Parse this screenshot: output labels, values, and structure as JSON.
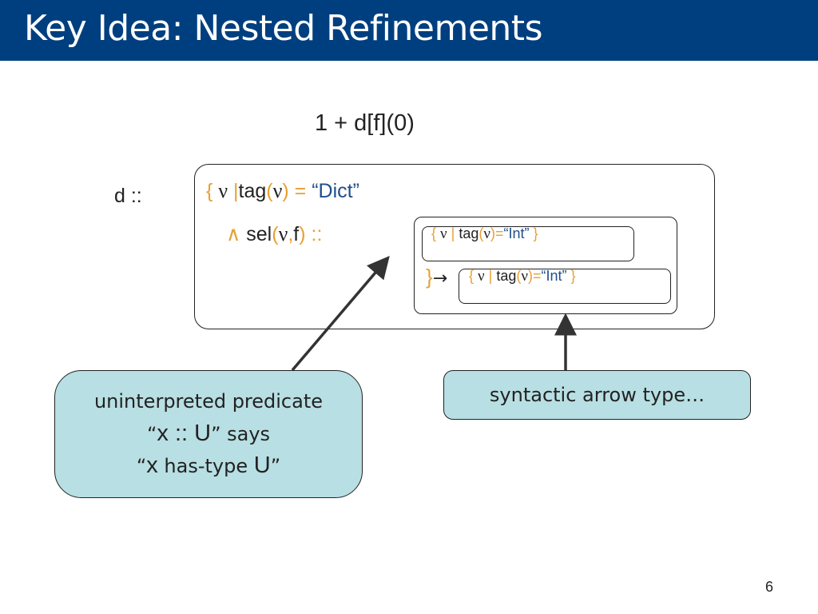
{
  "slide": {
    "title": "Key Idea: Nested Refinements",
    "expression": "1 + d[f](0)",
    "d_label": "d ::",
    "line1": {
      "open_brace": "{",
      "nu": "ν",
      "bar": "|",
      "tag": "tag",
      "lp": "(",
      "nu2": "ν",
      "rp": ")",
      "eq": "=",
      "value": "“Dict”"
    },
    "line2": {
      "and": "∧",
      "sel": "sel",
      "lp": "(",
      "nu": "ν",
      "comma": ",",
      "f": "f",
      "rp": ")",
      "colons": "::"
    },
    "inner1": {
      "open_brace": "{",
      "nu": "ν",
      "bar": "|",
      "tag": "tag",
      "lp": "(",
      "nu2": "ν",
      "rp_eq": ")=",
      "value": "“Int”",
      "close_brace": "}"
    },
    "arrow_brace": "}",
    "arrow_symbol": "→",
    "inner2": {
      "open_brace": "{",
      "nu": "ν",
      "bar": "|",
      "tag": "tag",
      "lp": "(",
      "nu2": "ν",
      "rp_eq": ")=",
      "value": "“Int”",
      "close_brace": "}"
    },
    "callout_left": {
      "line1": "uninterpreted predicate",
      "line2_open": "“",
      "line2_code": "x :: U",
      "line2_close": "” says",
      "line3_open": "“",
      "line3_x": "x",
      "line3_mid": " has-type ",
      "line3_U": "U",
      "line3_close": "”"
    },
    "callout_right": "syntactic arrow type…",
    "page_number": "6"
  },
  "colors": {
    "title_bar": "#003f7f",
    "callout_fill": "#b8dfe3",
    "orange": "#e8a033",
    "blue_text": "#1f4e8c"
  }
}
